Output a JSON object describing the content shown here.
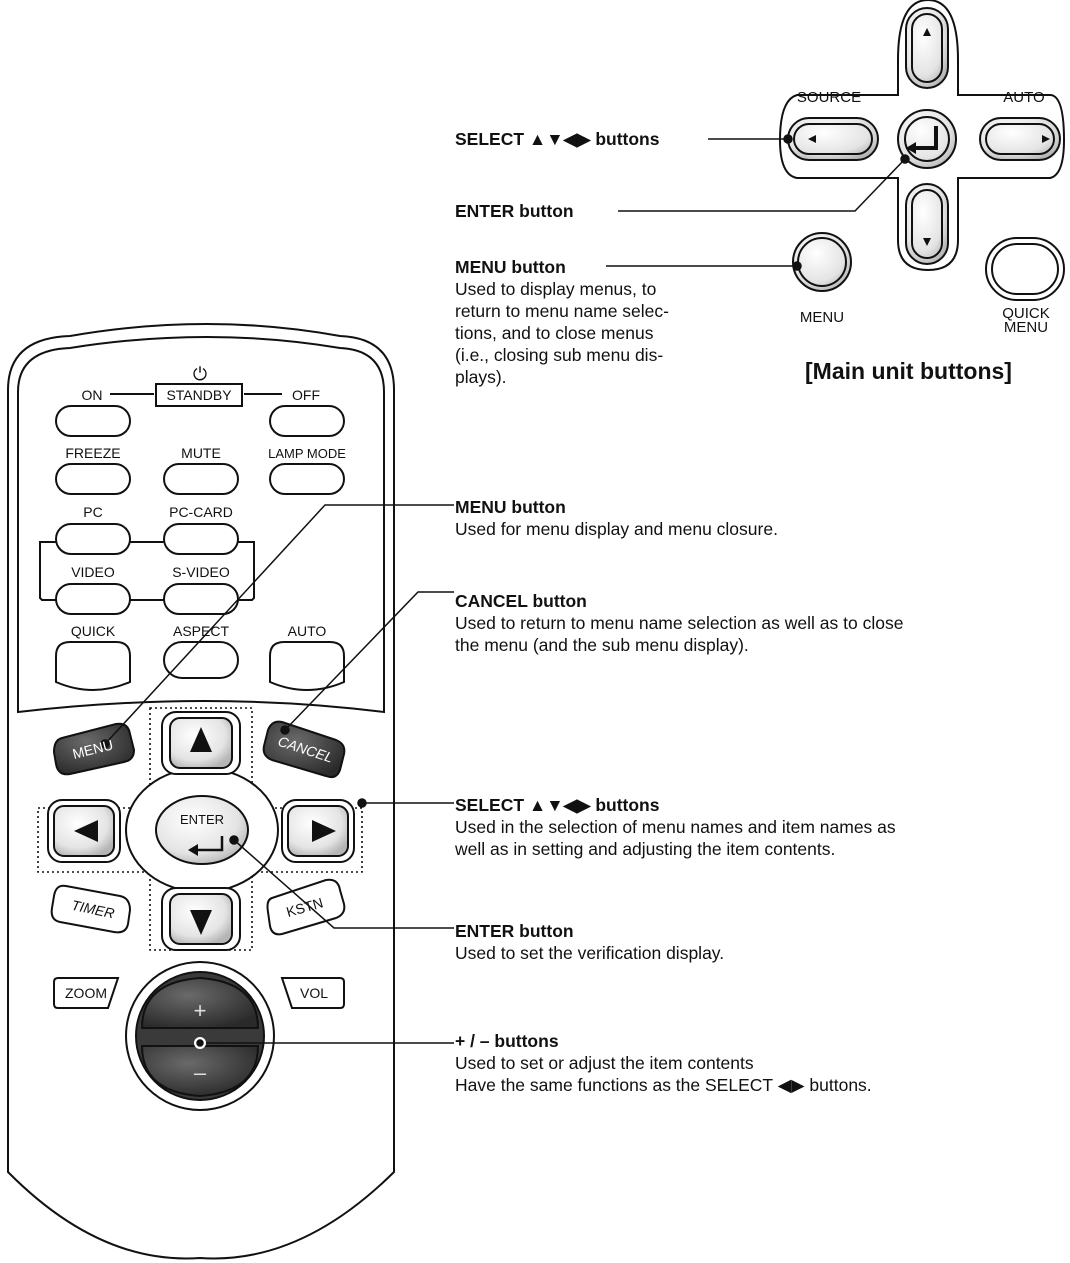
{
  "main_unit": {
    "caption": "[Main unit buttons]",
    "source_label": "SOURCE",
    "auto_label": "AUTO",
    "menu_label": "MENU",
    "quick_menu_label_1": "QUICK",
    "quick_menu_label_2": "MENU",
    "callouts": {
      "select_title": "SELECT ▲▼◀▶ buttons",
      "enter_title": "ENTER button",
      "menu_title": "MENU button",
      "menu_body": [
        "Used to display menus, to",
        "return to menu name selec-",
        "tions, and to close menus",
        "(i.e., closing sub menu dis-",
        "plays)."
      ]
    }
  },
  "remote": {
    "power_symbol": "⏻",
    "on": "ON",
    "standby": "STANDBY",
    "off": "OFF",
    "freeze": "FREEZE",
    "mute": "MUTE",
    "lamp_mode": "LAMP MODE",
    "pc": "PC",
    "pc_card": "PC-CARD",
    "video": "VIDEO",
    "s_video": "S-VIDEO",
    "quick": "QUICK",
    "aspect": "ASPECT",
    "auto": "AUTO",
    "menu": "MENU",
    "cancel": "CANCEL",
    "enter": "ENTER",
    "timer": "TIMER",
    "kstn": "KSTN",
    "zoom": "ZOOM",
    "vol": "VOL",
    "plus": "+",
    "minus": "–"
  },
  "callouts": [
    {
      "title": "MENU button",
      "body": [
        "Used for menu display and menu closure."
      ]
    },
    {
      "title": "CANCEL button",
      "body": [
        "Used to return to menu name selection as well as to close",
        "the menu (and the sub menu display)."
      ]
    },
    {
      "title": "SELECT ▲▼◀▶ buttons",
      "body": [
        "Used in the selection of menu names and item names as",
        "well as in setting and adjusting the item contents."
      ]
    },
    {
      "title": "ENTER button",
      "body": [
        "Used to set the verification display."
      ]
    },
    {
      "title": "+ / – buttons",
      "body": [
        "Used to set or adjust the item contents",
        "Have the same functions as the SELECT ◀▶ buttons."
      ]
    }
  ],
  "colors": {
    "ink": "#111111",
    "dark_button": "#3a3a3a",
    "light_button": "#e6e6e6"
  }
}
